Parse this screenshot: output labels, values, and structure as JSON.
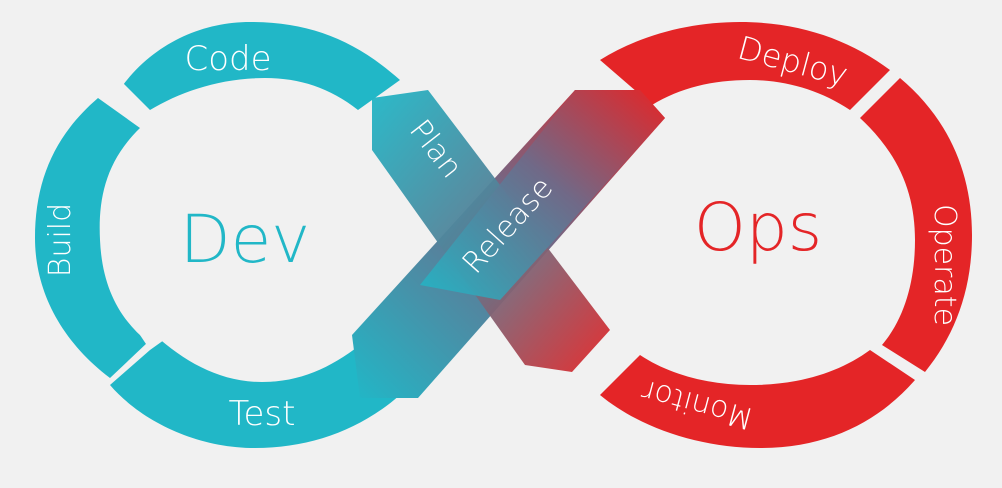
{
  "colors": {
    "background": "#f1f1f1",
    "dev": "#21b7c7",
    "ops": "#e42527",
    "label": "#ffffff"
  },
  "diagram": {
    "dev_title": "Dev",
    "ops_title": "Ops",
    "dev_steps": {
      "code": "Code",
      "build": "Build",
      "test": "Test",
      "plan": "Plan"
    },
    "ops_steps": {
      "deploy": "Deploy",
      "operate": "Operate",
      "monitor": "Monitor",
      "release": "Release"
    }
  }
}
